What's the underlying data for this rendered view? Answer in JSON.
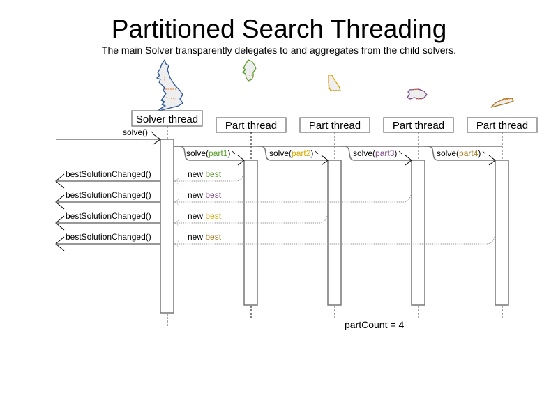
{
  "title": "Partitioned Search Threading",
  "subtitle": "The main Solver transparently delegates to and aggregates from the child solvers.",
  "colors": {
    "part1": "#5aa02c",
    "part2": "#d4aa00",
    "part3": "#7f4a8c",
    "part4": "#aa7a1e",
    "uk_outline": "#2b559b",
    "partition_border": "#e07a2e",
    "line": "#777777"
  },
  "lifelines": {
    "solver": {
      "label": "Solver thread",
      "icon": "uk-map-icon"
    },
    "parts": [
      {
        "label": "Part thread",
        "icon": "scotland-map-icon",
        "part": "part1"
      },
      {
        "label": "Part thread",
        "icon": "wales-map-icon",
        "part": "part2"
      },
      {
        "label": "Part thread",
        "icon": "midlands-map-icon",
        "part": "part3"
      },
      {
        "label": "Part thread",
        "icon": "south-england-map-icon",
        "part": "part4"
      }
    ]
  },
  "messages": {
    "solve": "solve()",
    "solve_calls": [
      {
        "prefix": "solve(",
        "arg": "part1",
        "suffix": ")"
      },
      {
        "prefix": "solve(",
        "arg": "part2",
        "suffix": ")"
      },
      {
        "prefix": "solve(",
        "arg": "part3",
        "suffix": ")"
      },
      {
        "prefix": "solve(",
        "arg": "part4",
        "suffix": ")"
      }
    ],
    "callbacks": [
      {
        "label": "bestSolutionChanged()",
        "new": "new",
        "best": "best",
        "part": "part1"
      },
      {
        "label": "bestSolutionChanged()",
        "new": "new",
        "best": "best",
        "part": "part3"
      },
      {
        "label": "bestSolutionChanged()",
        "new": "new",
        "best": "best",
        "part": "part2"
      },
      {
        "label": "bestSolutionChanged()",
        "new": "new",
        "best": "best",
        "part": "part4"
      }
    ]
  },
  "footer": "partCount = 4"
}
